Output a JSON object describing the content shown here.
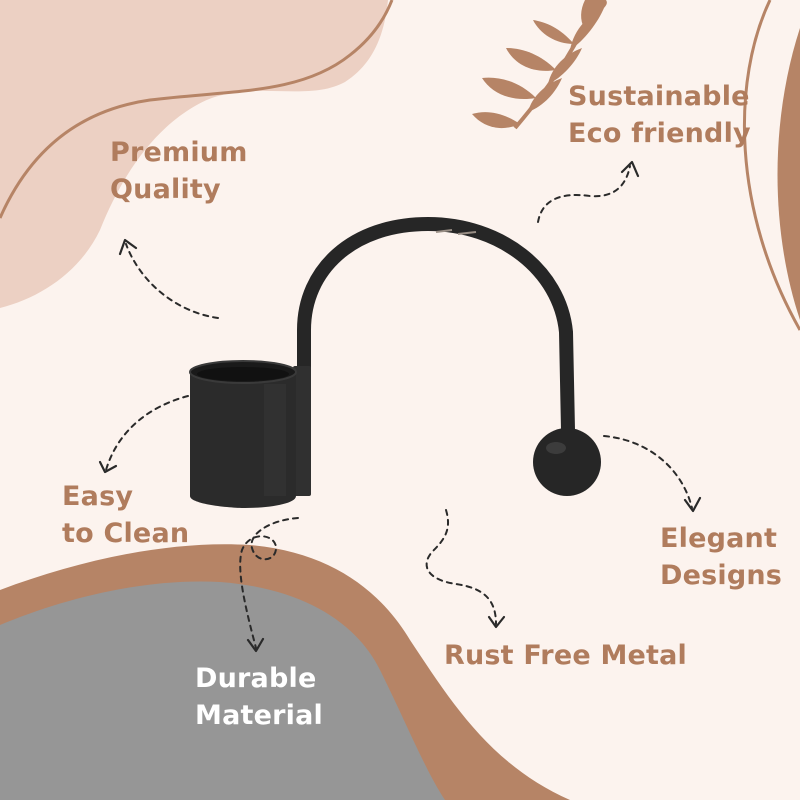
{
  "colors": {
    "background": "#fcf3ee",
    "blush": "#ecd0c3",
    "terracotta": "#b68466",
    "grey": "#969696",
    "product": "#262626",
    "label": "#b07c5d",
    "label_light": "#ffffff",
    "arrow": "#2a2a2a"
  },
  "features": {
    "premium_quality": {
      "lines": [
        "Premium",
        "Quality"
      ],
      "icon": "dashed-arrow-icon"
    },
    "sustainable": {
      "lines": [
        "Sustainable",
        "Eco friendly"
      ],
      "icon": "leaf-sprig-icon"
    },
    "easy_clean": {
      "lines": [
        "Easy",
        "to Clean"
      ],
      "icon": "dashed-arrow-icon"
    },
    "elegant": {
      "lines": [
        "Elegant",
        "Designs"
      ],
      "icon": "dashed-arrow-icon"
    },
    "rust_free": {
      "lines": [
        "Rust Free Metal"
      ],
      "icon": "dashed-arrow-icon"
    },
    "durable": {
      "lines": [
        "Durable",
        "Material"
      ],
      "icon": "dashed-arrow-icon"
    }
  },
  "product": {
    "icon": "black-metal-candle-holder"
  }
}
